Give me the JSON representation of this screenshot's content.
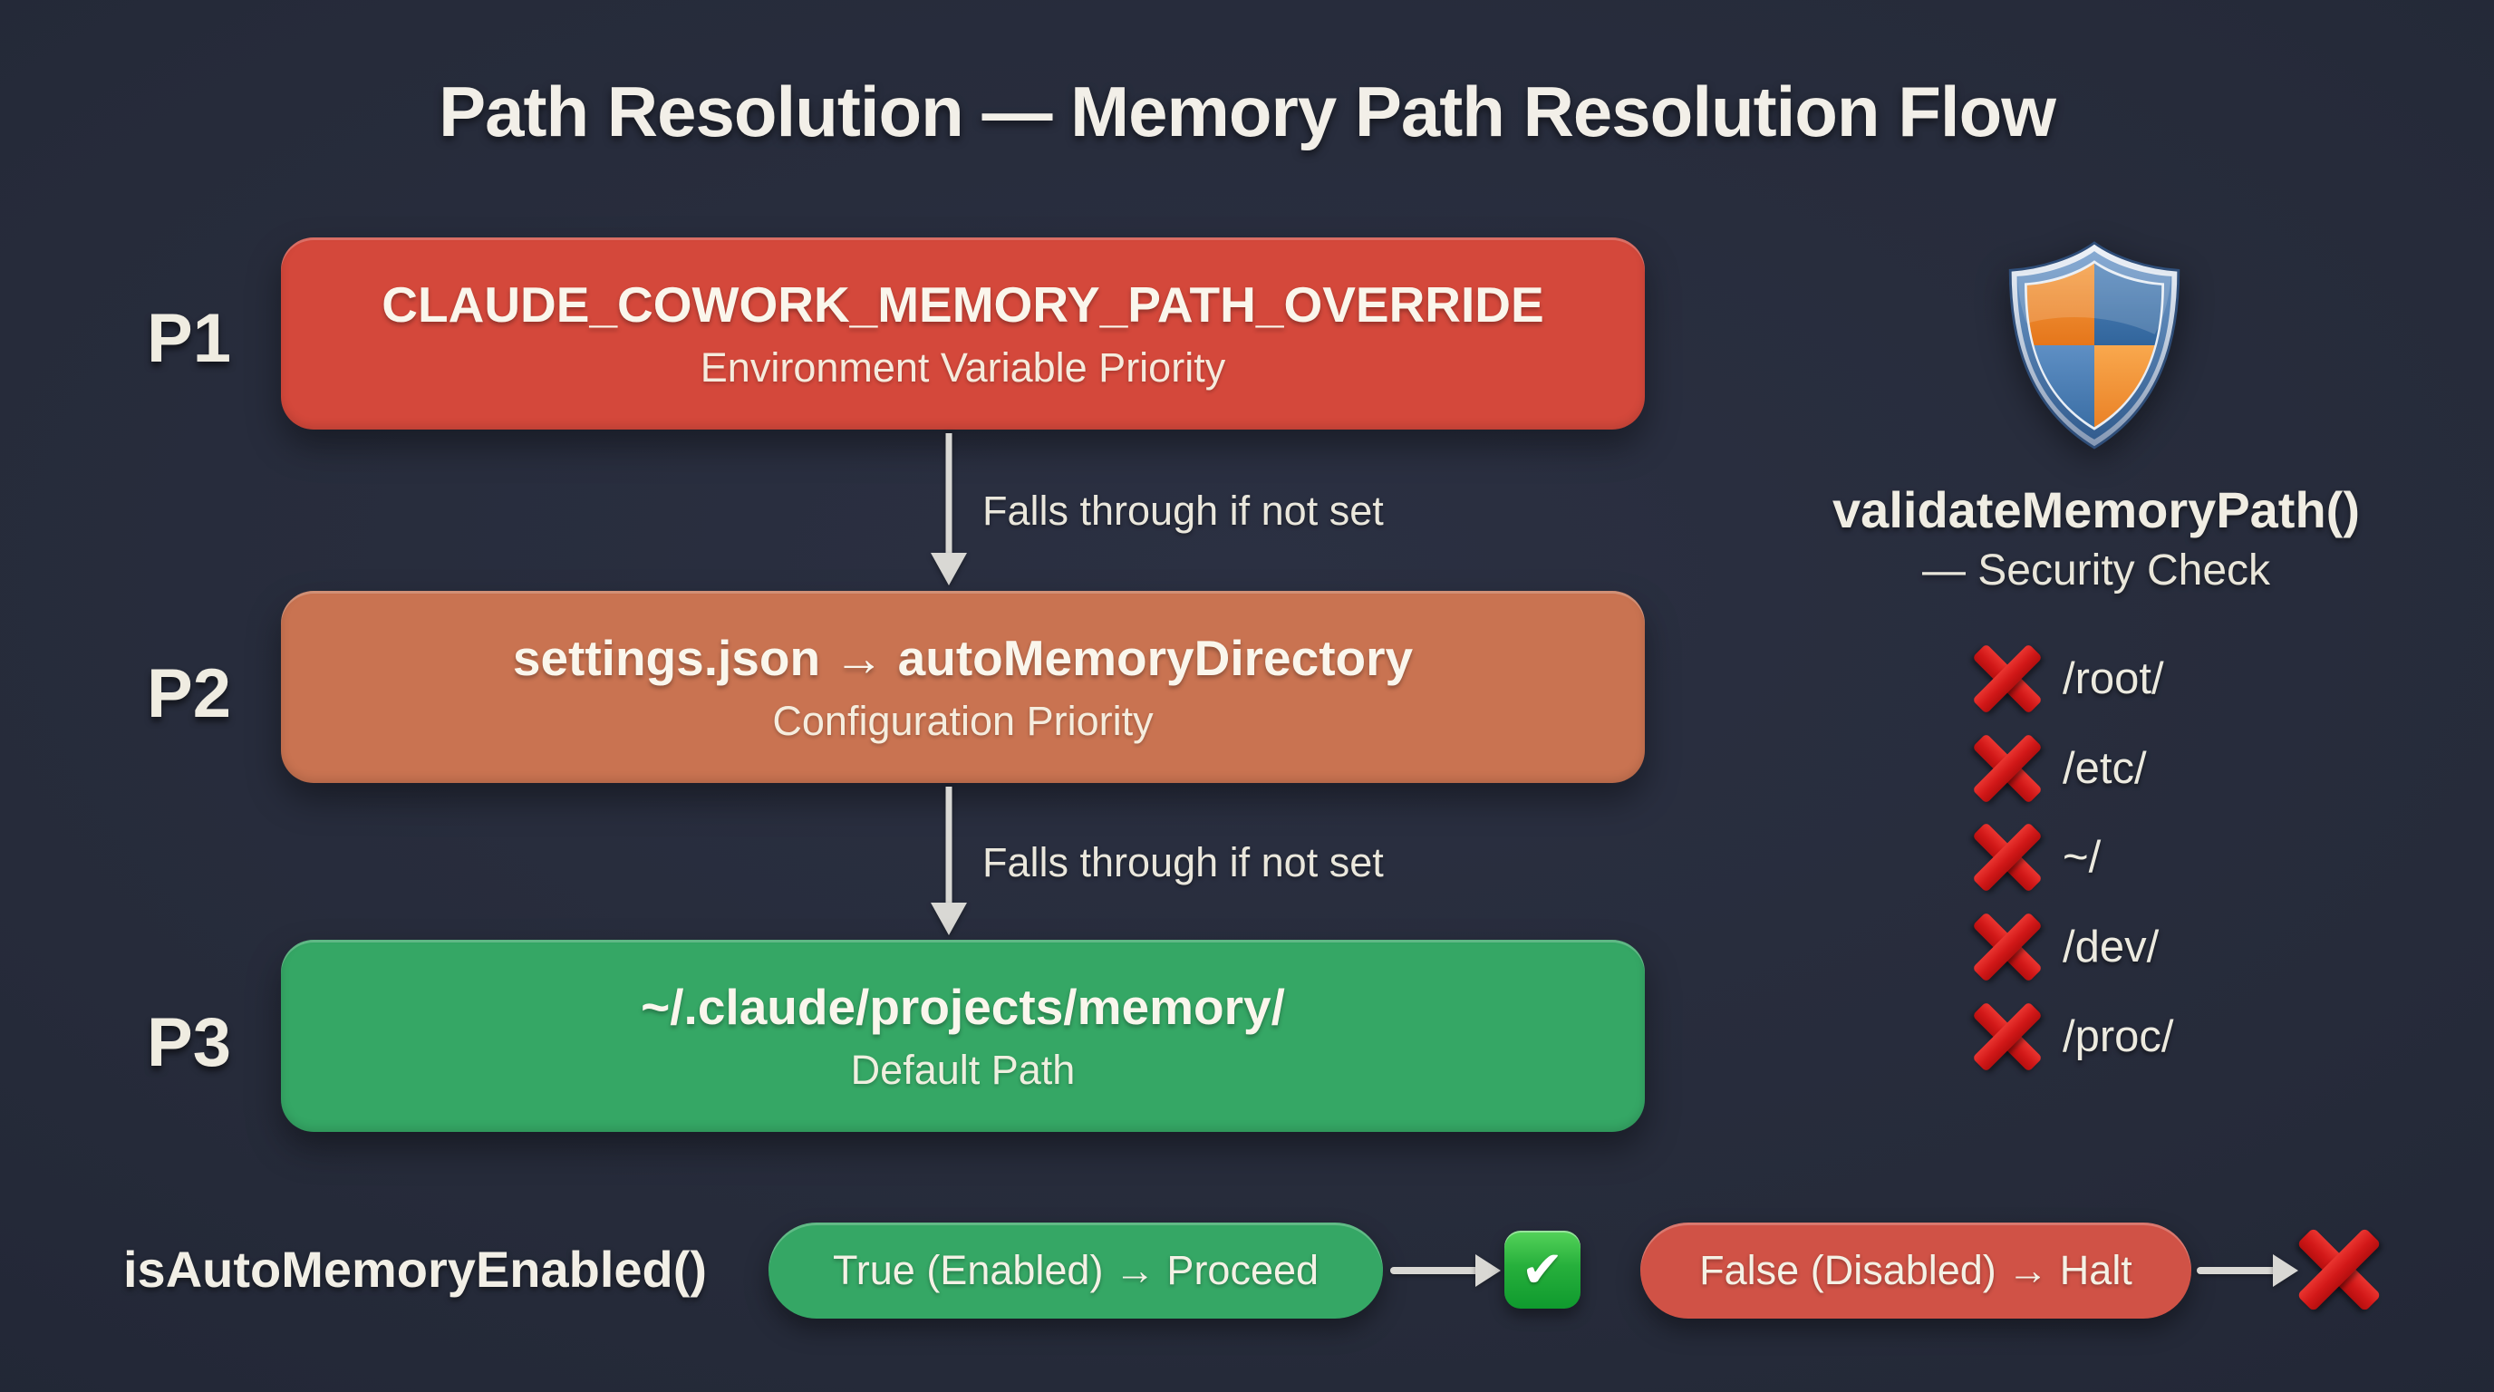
{
  "title": "Path Resolution — Memory Path Resolution Flow",
  "flow": {
    "fallthrough_label": "Falls through if not set",
    "steps": [
      {
        "id": "P1",
        "label": "CLAUDE_COWORK_MEMORY_PATH_OVERRIDE",
        "sublabel": "Environment Variable Priority",
        "color": "#d4483b"
      },
      {
        "id": "P2",
        "label": "settings.json → autoMemoryDirectory",
        "sublabel": "Configuration Priority",
        "color": "#c97351"
      },
      {
        "id": "P3",
        "label": "~/.claude/projects/memory/",
        "sublabel": "Default Path",
        "color": "#35a765"
      }
    ]
  },
  "security": {
    "function_name": "validateMemoryPath()",
    "subtitle": "— Security Check",
    "blocked_paths": [
      "/root/",
      "/etc/",
      "~/",
      "/dev/",
      "/proc/"
    ]
  },
  "gate": {
    "function_name": "isAutoMemoryEnabled()",
    "true_label": "True (Enabled) → Proceed",
    "false_label": "False (Disabled) → Halt",
    "check_glyph": "✔"
  },
  "colors": {
    "background": "#242938",
    "p1_red": "#d4483b",
    "p2_orange": "#c97351",
    "p3_green": "#35a765",
    "pill_red": "#d05246",
    "blocked_x_red": "#d21818",
    "arrow_gray": "#d9d8d4",
    "text_cream": "#f2efe6"
  }
}
